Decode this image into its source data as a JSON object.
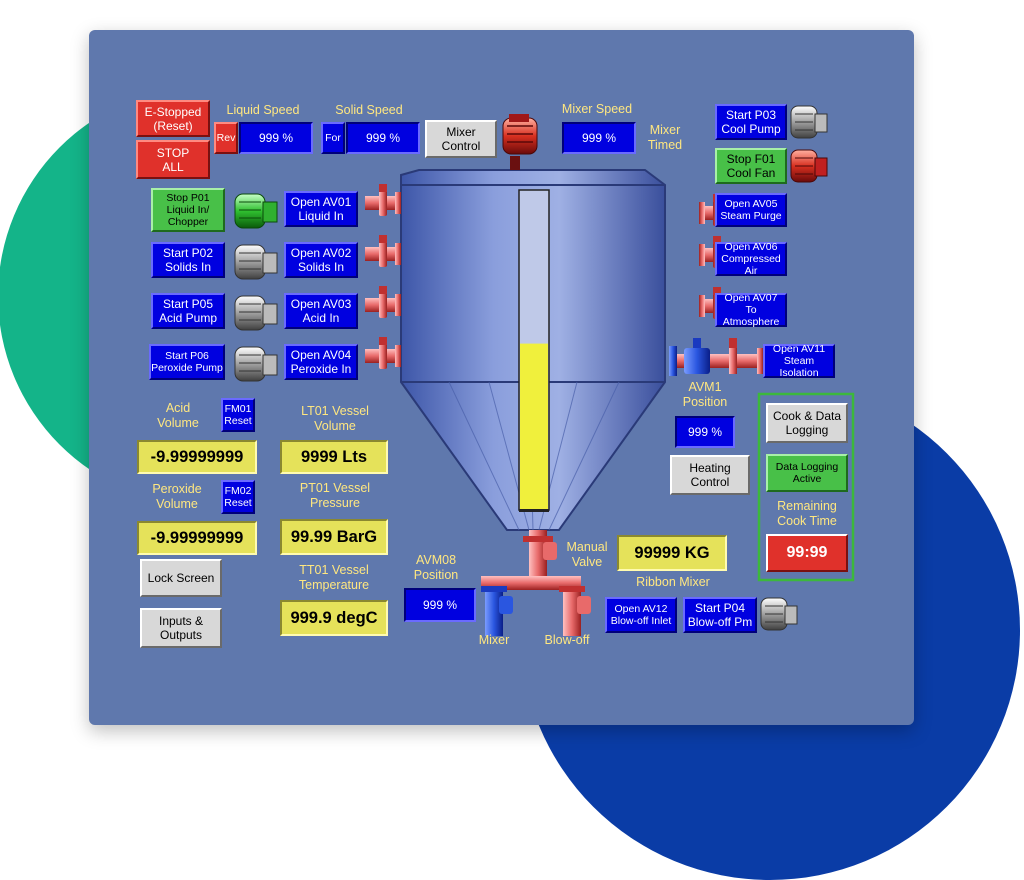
{
  "colors": {
    "panel": "#5f78ad",
    "label": "#ffe780",
    "button_blue": "#0000e0",
    "button_red": "#e0312b",
    "button_green": "#48c048",
    "display_yellow": "#e5e25a",
    "tank_fill": "#f0f03c"
  },
  "controls": {
    "e_stopped": "E-Stopped\n(Reset)",
    "stop_all": "STOP\nALL",
    "liquid_speed_label": "Liquid Speed",
    "liquid_dir": "Rev",
    "liquid_speed_value": "999 %",
    "solid_speed_label": "Solid Speed",
    "solid_dir": "For",
    "solid_speed_value": "999 %",
    "mixer_control": "Mixer\nControl",
    "mixer_speed_label": "Mixer Speed",
    "mixer_speed_value": "999 %",
    "mixer_timed": "Mixer\nTimed",
    "start_p03": "Start P03\nCool Pump",
    "stop_f01": "Stop F01\nCool Fan"
  },
  "left": {
    "stop_p01": "Stop P01\nLiquid In/\nChopper",
    "start_p02": "Start P02\nSolids In",
    "start_p05": "Start P05\nAcid Pump",
    "start_p06": "Start P06\nPeroxide Pump",
    "open_av01": "Open AV01\nLiquid In",
    "open_av02": "Open AV02\nSolids In",
    "open_av03": "Open AV03\nAcid In",
    "open_av04": "Open AV04\nPeroxide In"
  },
  "right": {
    "open_av05": "Open AV05\nSteam Purge",
    "open_av06": "Open AV06\nCompressed Air",
    "open_av07": "Open AV07\nTo Atmosphere",
    "open_av11": "Open AV11\nSteam Isolation",
    "avm1_label": "AVM1\nPosition",
    "avm1_value": "999 %",
    "heating_control": "Heating\nControl",
    "cook_logging": "Cook & Data\nLogging",
    "data_logging_active": "Data Logging\nActive",
    "remaining_label": "Remaining\nCook Time",
    "remaining_value": "99:99"
  },
  "readouts": {
    "acid_label": "Acid\nVolume",
    "fm01_reset": "FM01\nReset",
    "acid_value": "-9.99999999",
    "peroxide_label": "Peroxide\nVolume",
    "fm02_reset": "FM02\nReset",
    "peroxide_value": "-9.99999999",
    "lt01_label": "LT01 Vessel\nVolume",
    "lt01_value": "9999 Lts",
    "pt01_label": "PT01 Vessel\nPressure",
    "pt01_value": "99.99  BarG",
    "tt01_label": "TT01 Vessel\nTemperature",
    "tt01_value": "999.9 degC",
    "lock_screen": "Lock Screen",
    "inputs_outputs": "Inputs &\nOutputs"
  },
  "bottom": {
    "avm08_label": "AVM08\nPosition",
    "avm08_value": "999 %",
    "mixer_label": "Mixer",
    "blowoff_label": "Blow-off",
    "manual_valve_label": "Manual\nValve",
    "weight_value": "99999 KG",
    "ribbon_mixer_label": "Ribbon Mixer",
    "open_av12": "Open AV12\nBlow-off Inlet",
    "start_p04": "Start P04\nBlow-off Pm"
  },
  "vessel": {
    "level_fraction": 0.52
  }
}
